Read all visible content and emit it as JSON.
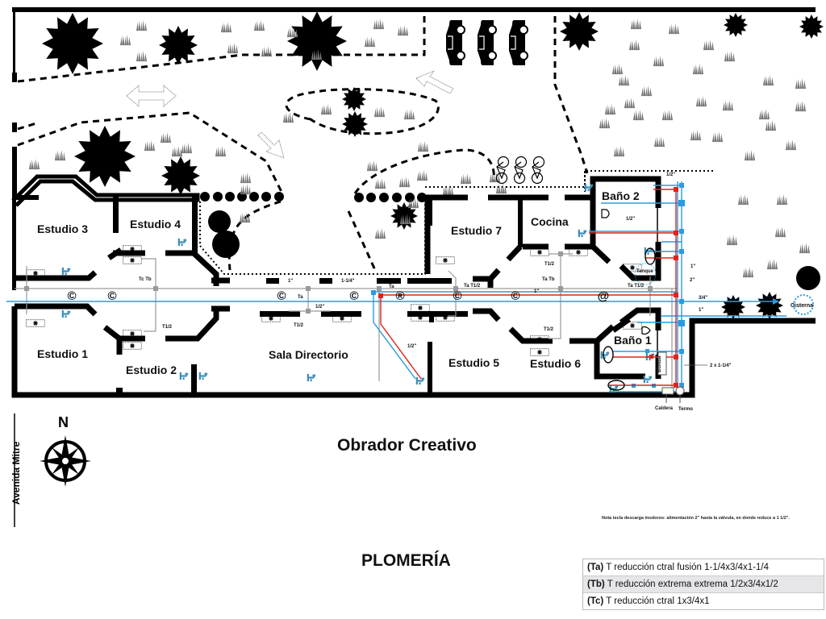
{
  "project_title": "Obrador Creativo",
  "sheet_title": "PLOMERÍA",
  "street": "Avenida Mitre",
  "north": "N",
  "note": "Nota tecla descarga inodoros: alimentación 2\" hasta la válvula, en donde reduce a 1 1/2\".",
  "rooms": [
    {
      "id": "estudio-3",
      "label": "Estudio 3"
    },
    {
      "id": "estudio-4",
      "label": "Estudio 4"
    },
    {
      "id": "estudio-1",
      "label": "Estudio 1"
    },
    {
      "id": "estudio-2",
      "label": "Estudio 2"
    },
    {
      "id": "sala-directorio",
      "label": "Sala Directorio"
    },
    {
      "id": "estudio-7",
      "label": "Estudio 7"
    },
    {
      "id": "cocina",
      "label": "Cocina"
    },
    {
      "id": "estudio-5",
      "label": "Estudio 5"
    },
    {
      "id": "estudio-6",
      "label": "Estudio 6"
    },
    {
      "id": "bano-2",
      "label": "Baño 2"
    },
    {
      "id": "bano-1",
      "label": "Baño 1"
    }
  ],
  "pipe_labels": {
    "tc_tb": "Tc Tb",
    "t12": "T1/2",
    "ta": "Ta",
    "ta_t12": "Ta T1/2",
    "ta_tb": "Ta Tb",
    "one_inch": "1\"",
    "one_quarter": "1-1/4\"",
    "half": "1/2\"",
    "two_inch": "2\"",
    "three_quarter": "3/4\"",
    "two_x": "2 x 1-1/4\"",
    "tanque": "Tanque",
    "bomba": "Bomba",
    "cisterna": "Cisterna",
    "caldera": "Caldera",
    "termo": "Termo"
  },
  "symbols": {
    "copyright": "©",
    "registered": "®",
    "at": "@"
  },
  "legend": [
    {
      "code": "(Ta)",
      "text": " T reducción ctral fusión 1-1/4x3/4x1-1/4"
    },
    {
      "code": "(Tb)",
      "text": " T reducción extrema extrema 1/2x3/4x1/2"
    },
    {
      "code": "(Tc)",
      "text": " T reducción ctral 1x3/4x1"
    }
  ],
  "colors": {
    "cold_water": "#2a9be0",
    "hot_water": "#e0231c",
    "gas_line": "#9a9a9a",
    "wall": "#000000",
    "faucet": "#3d8fb8",
    "grass": "#777777"
  }
}
